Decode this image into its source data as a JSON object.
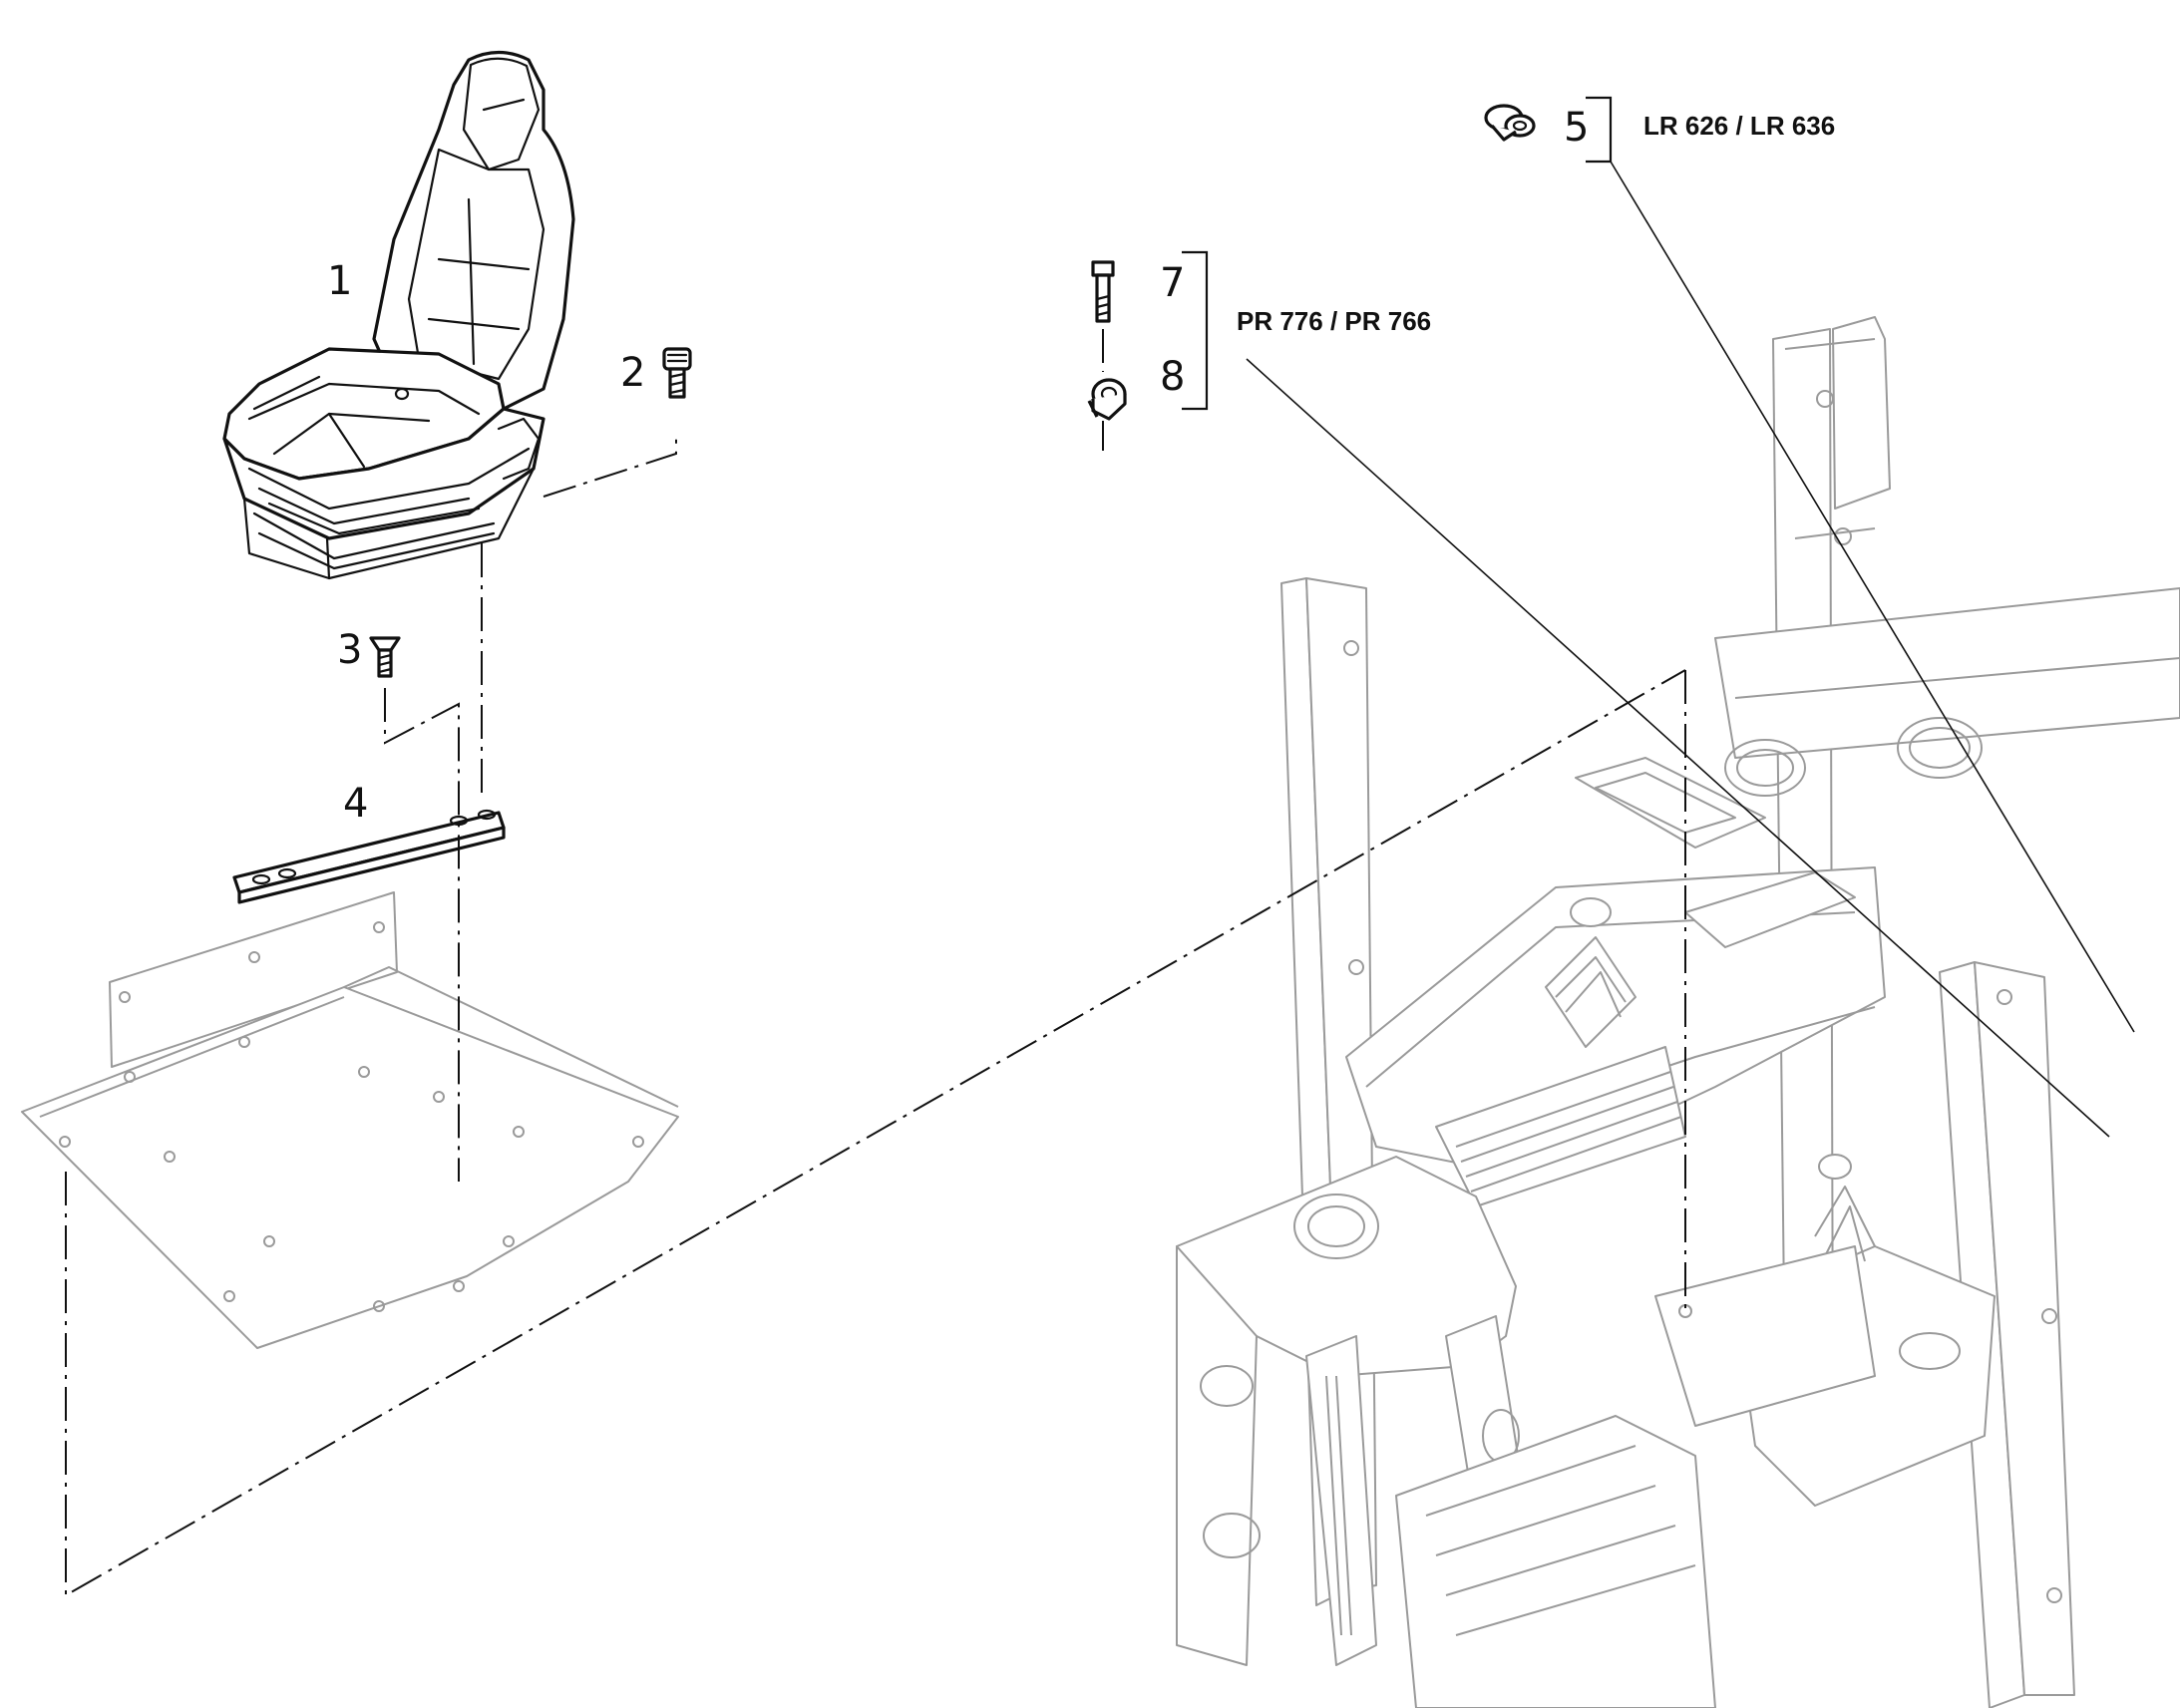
{
  "callouts": {
    "seat": "1",
    "screw_2": "2",
    "screw_3": "3",
    "plate_4": "4",
    "clamp_5": "5",
    "bolt_7": "7",
    "clamp_8": "8"
  },
  "model_labels": {
    "group_5": "LR 626 / LR 636",
    "group_7_8": "PR 776 / PR 766"
  }
}
